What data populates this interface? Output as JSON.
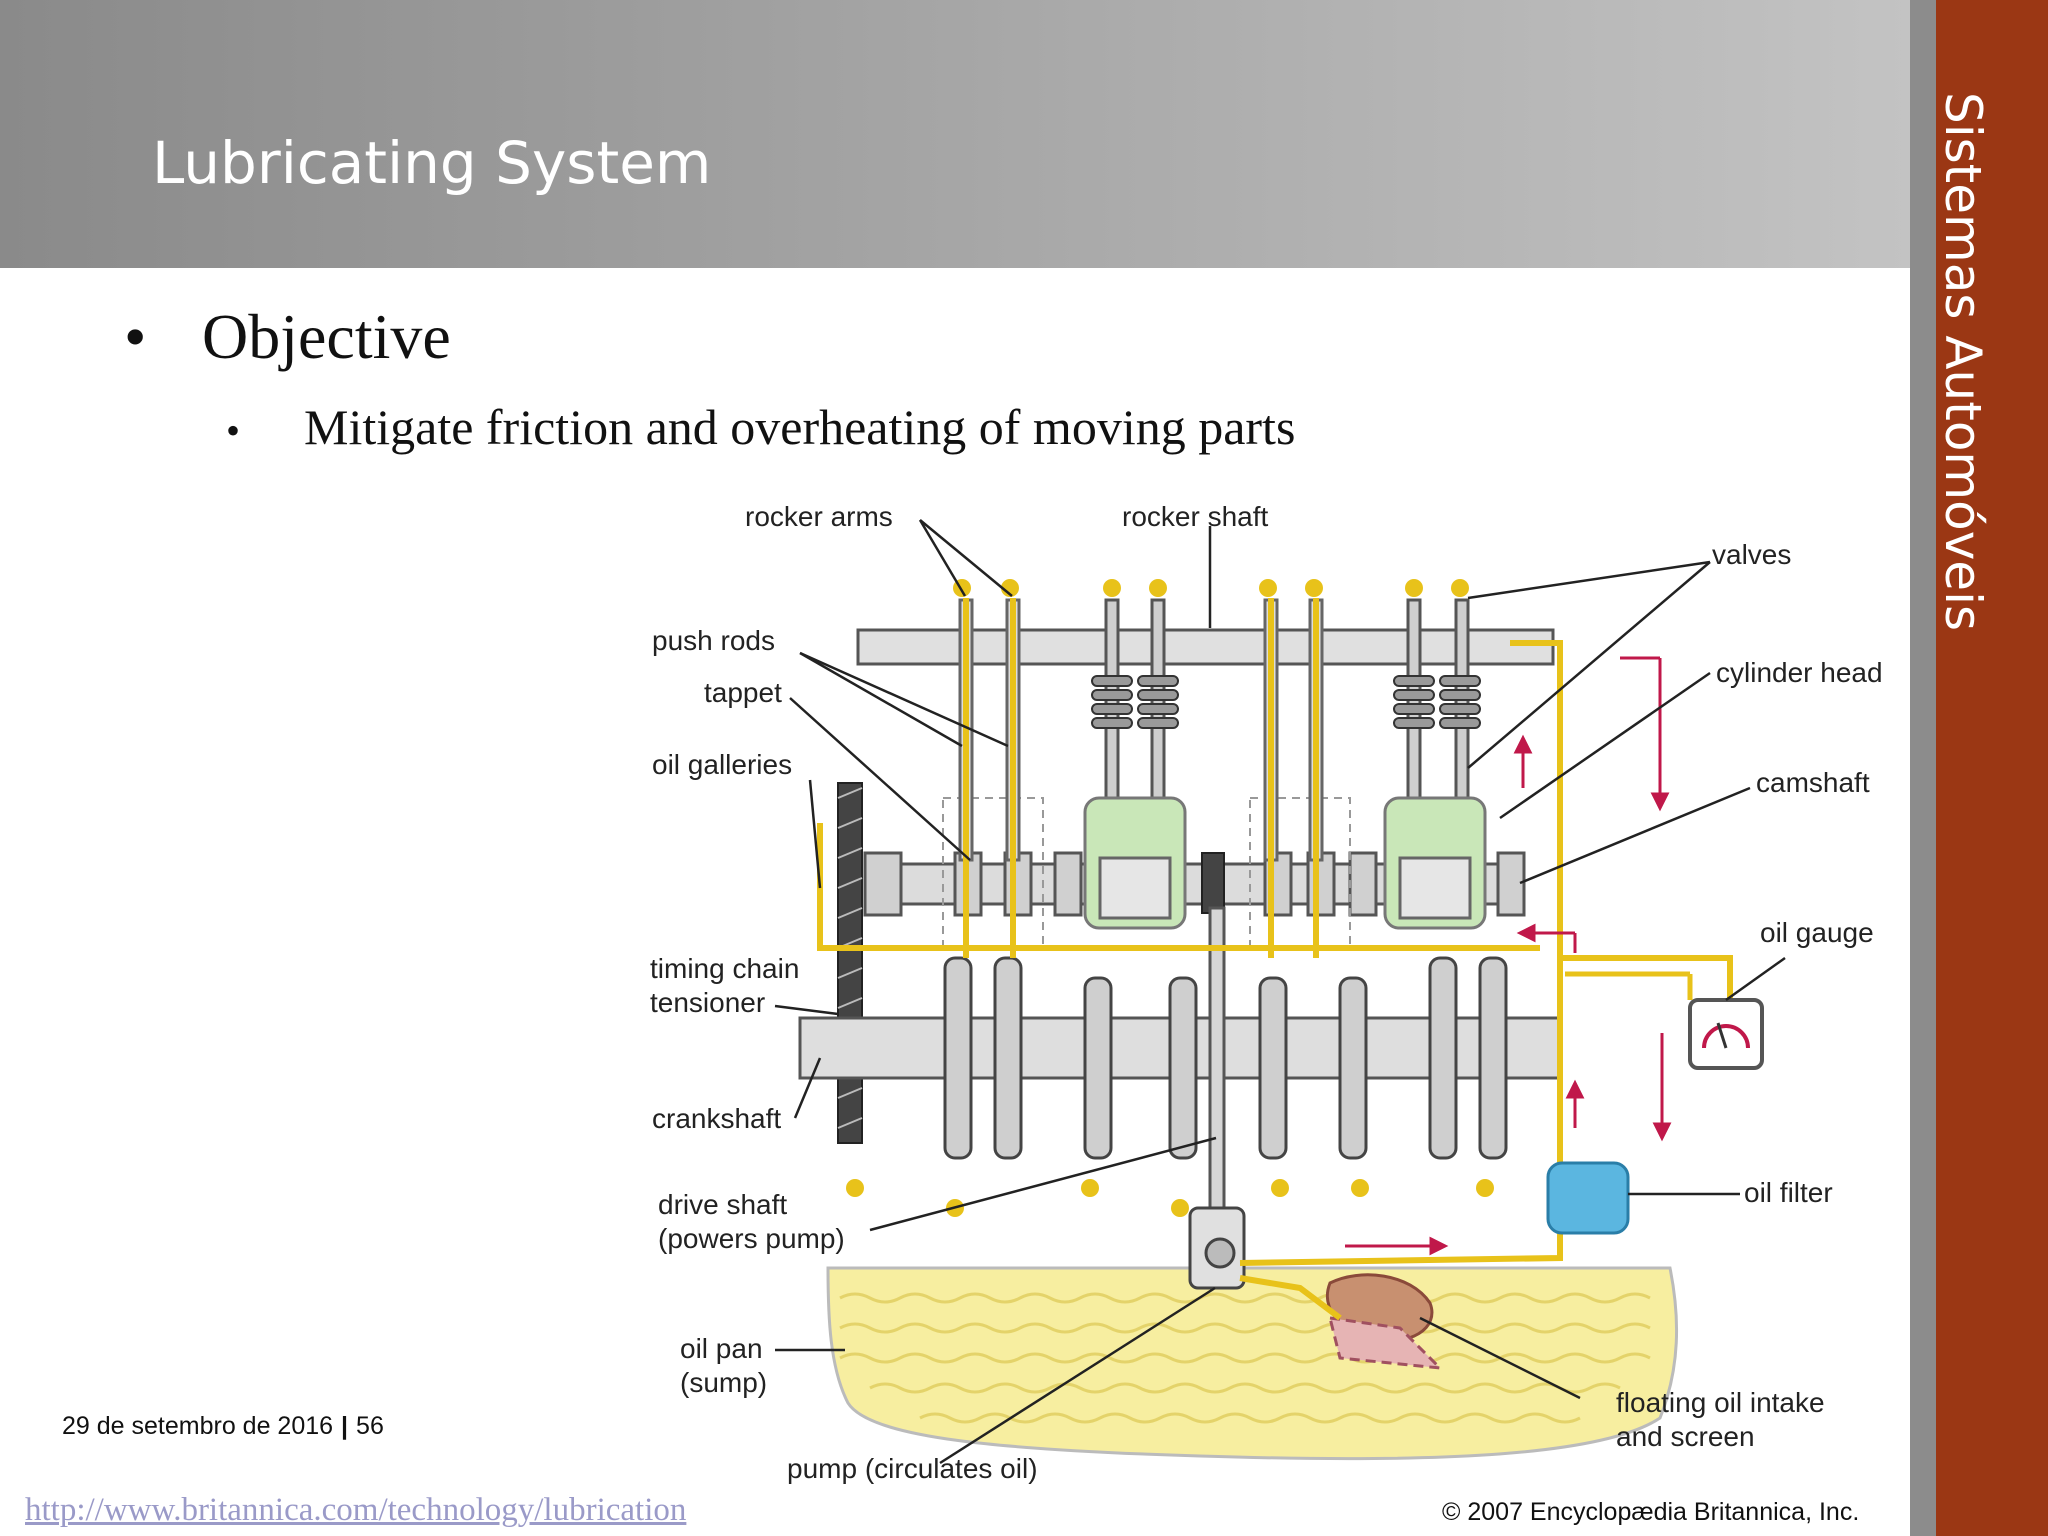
{
  "slide": {
    "title": "Lubricating System",
    "side_label": "Sistemas Automóveis",
    "bullet_level1": "Objective",
    "bullet_level2": "Mitigate friction and overheating of moving parts",
    "bullet_char": "•",
    "footer_date": "29 de setembro de 2016",
    "footer_sep": "|",
    "page_number": "56",
    "source_link": "http://www.britannica.com/technology/lubrication"
  },
  "diagram": {
    "labels": {
      "rocker_arms": "rocker arms",
      "rocker_shaft": "rocker shaft",
      "valves": "valves",
      "push_rods": "push rods",
      "tappet": "tappet",
      "cylinder_head": "cylinder head",
      "oil_galleries": "oil galleries",
      "camshaft": "camshaft",
      "oil_gauge": "oil gauge",
      "timing_chain_1": "timing chain",
      "timing_chain_2": "tensioner",
      "crankshaft": "crankshaft",
      "drive_shaft_1": "drive shaft",
      "drive_shaft_2": "(powers pump)",
      "oil_filter": "oil filter",
      "oil_pan_1": "oil pan",
      "oil_pan_2": "(sump)",
      "intake_1": "floating oil intake",
      "intake_2": "and screen",
      "pump": "pump (circulates oil)"
    },
    "copyright": "© 2007 Encyclopædia Britannica, Inc.",
    "colors": {
      "oil": "#e8c21a",
      "metal": "#c8c8c8",
      "piston": "#c9e7b8",
      "filter": "#5bb6e0",
      "arrow": "#c0184a",
      "sump": "#f7eea0"
    }
  },
  "theme": {
    "accent": "#9b3714",
    "header_grey": "#a6a6a6"
  }
}
